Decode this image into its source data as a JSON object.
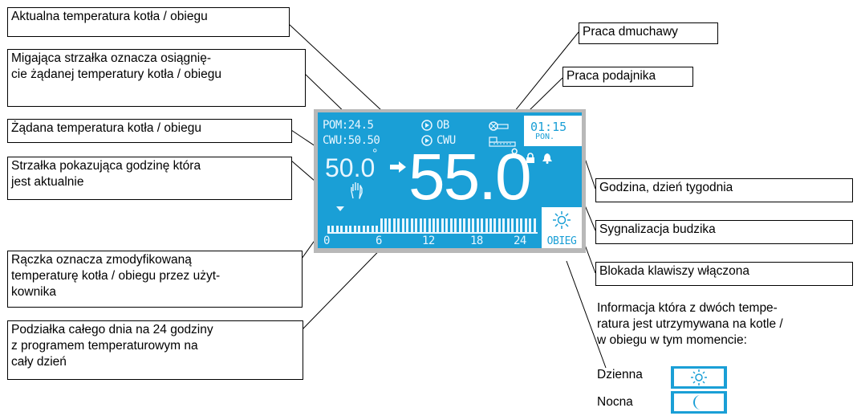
{
  "callouts": {
    "current_temp": "Aktualna temperatura kotła / obiegu",
    "blink_arrow_l1": "Migająca strzałka oznacza osiągnię-",
    "blink_arrow_l2": "cie żądanej temperatury kotła / obiegu",
    "set_temp": "Żądana temperatura kotła / obiegu",
    "hour_arrow_l1": "Strzałka pokazująca godzinę która",
    "hour_arrow_l2": "jest aktualnie",
    "hand_l1": "Rączka oznacza zmodyfikowaną",
    "hand_l2": "temperaturę kotła / obiegu przez użyt-",
    "hand_l3": "kownika",
    "scale_l1": "Podziałka całego dnia na 24 godziny",
    "scale_l2": "z programem temperaturowym na",
    "scale_l3": "cały dzień",
    "blower": "Praca dmuchawy",
    "feeder": "Praca podajnika",
    "clock": "Godzina, dzień tygodnia",
    "alarm": "Sygnalizacja budzika",
    "keylock": "Blokada klawiszy włączona",
    "info_l1": "Informacja która z dwóch tempe-",
    "info_l2": "ratura jest utrzymywana na kotle /",
    "info_l3": "w obiegu w tym momencie:",
    "day": "Dzienna",
    "night": "Nocna"
  },
  "display": {
    "pom": "POM:24.5",
    "cwu": "CWU:50.50",
    "ob": "OB",
    "cwu_mode": "CWU",
    "set_temp": "50.0",
    "degree": "°",
    "current_temp": "55.0",
    "time": "01:15",
    "day": "PON.",
    "ticks": [
      "0",
      "6",
      "12",
      "18",
      "24"
    ],
    "mode_label": "OBIEG"
  },
  "colors": {
    "lcd_blue": "#1a9fd6",
    "frame": "#b8b8b8"
  },
  "icons": [
    "play-circle-icon",
    "blower-icon",
    "feeder-icon",
    "hand-icon",
    "arrow-right-icon",
    "hour-pointer-icon",
    "lock-icon",
    "bell-icon",
    "sun-icon",
    "moon-icon"
  ]
}
